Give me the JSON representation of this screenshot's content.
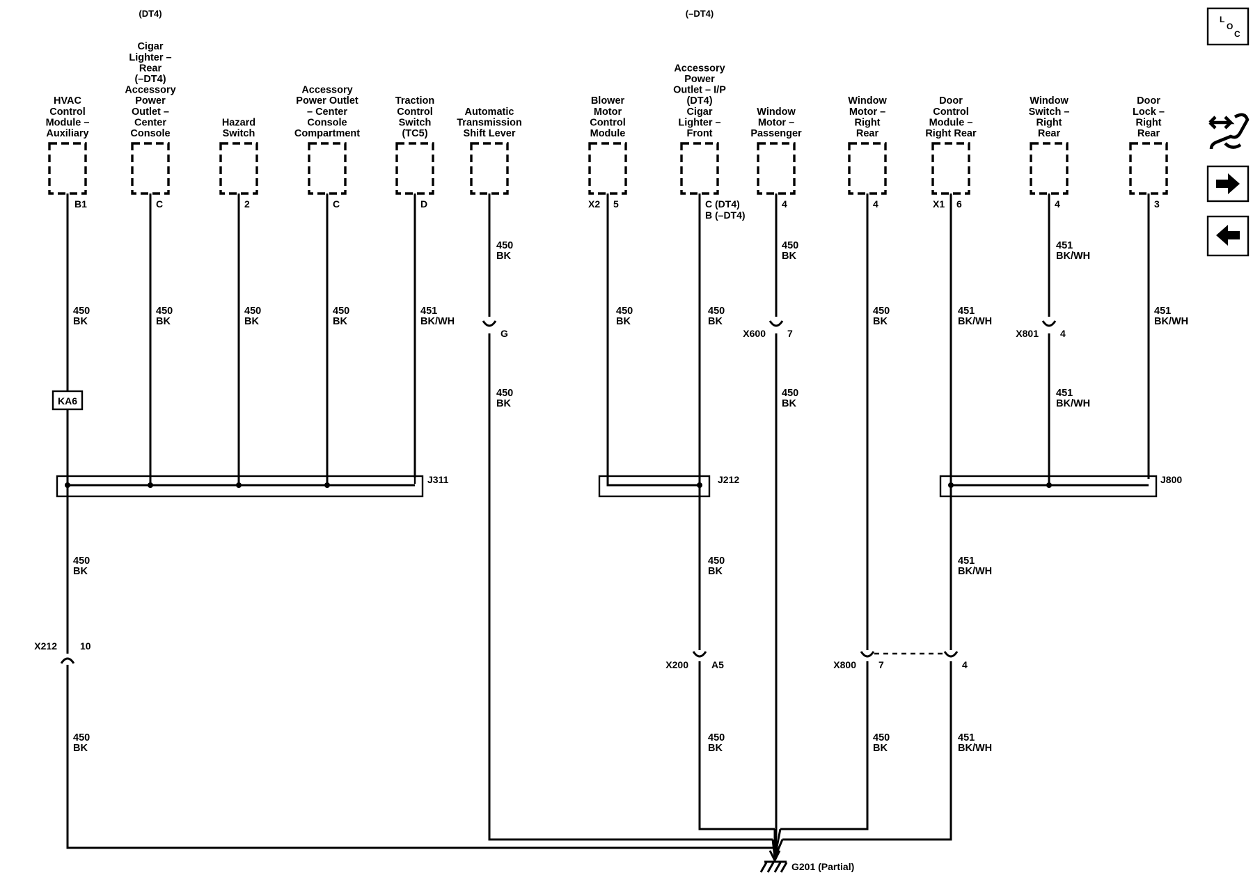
{
  "header_notes": {
    "dt4": "(DT4)",
    "not_dt4": "(–DT4)"
  },
  "components": [
    {
      "id": "hvac",
      "lines": [
        "HVAC",
        "Control",
        "Module –",
        "Auxiliary"
      ],
      "pin": "B1"
    },
    {
      "id": "acc-center",
      "lines": [
        "Accessory",
        "Power",
        "Outlet –",
        "Center",
        "Console"
      ],
      "above": [
        "Cigar",
        "Lighter –",
        "Rear",
        "(–DT4)"
      ],
      "pin": "C"
    },
    {
      "id": "hazard",
      "lines": [
        "Hazard",
        "Switch"
      ],
      "pin": "2"
    },
    {
      "id": "acc-compartment",
      "lines": [
        "Accessory",
        "Power Outlet",
        "– Center",
        "Console",
        "Compartment"
      ],
      "pin": "C"
    },
    {
      "id": "traction",
      "lines": [
        "Traction",
        "Control",
        "Switch",
        "(TC5)"
      ],
      "pin": "D"
    },
    {
      "id": "trans",
      "lines": [
        "Automatic",
        "Transmission",
        "Shift Lever"
      ],
      "pin": ""
    },
    {
      "id": "blower",
      "lines": [
        "Blower",
        "Motor",
        "Control",
        "Module"
      ],
      "pin": "5",
      "pin_prefix": "X2"
    },
    {
      "id": "acc-ip",
      "lines": [
        "Accessory",
        "Power",
        "Outlet – I/P",
        "(DT4)",
        "Cigar",
        "Lighter –",
        "Front"
      ],
      "pin": "C (DT4)",
      "pin2": "B (–DT4)"
    },
    {
      "id": "win-pass",
      "lines": [
        "Window",
        "Motor –",
        "Passenger"
      ],
      "pin": "4"
    },
    {
      "id": "win-rr",
      "lines": [
        "Window",
        "Motor –",
        "Right",
        "Rear"
      ],
      "pin": "4"
    },
    {
      "id": "door-module",
      "lines": [
        "Door",
        "Control",
        "Module –",
        "Right Rear"
      ],
      "pin": "6",
      "pin_prefix": "X1"
    },
    {
      "id": "win-switch",
      "lines": [
        "Window",
        "Switch –",
        "Right",
        "Rear"
      ],
      "pin": "4"
    },
    {
      "id": "door-lock",
      "lines": [
        "Door",
        "Lock –",
        "Right",
        "Rear"
      ],
      "pin": "3"
    }
  ],
  "wire_labels": [
    [
      "450",
      "BK"
    ],
    [
      "450",
      "BK"
    ],
    [
      "450",
      "BK"
    ],
    [
      "450",
      "BK"
    ],
    [
      "451",
      "BK/WH"
    ],
    [
      "450",
      "BK"
    ],
    [
      "450",
      "BK"
    ],
    [
      "450",
      "BK"
    ],
    [
      "450",
      "BK"
    ],
    [
      "450",
      "BK"
    ],
    [
      "450",
      "BK"
    ],
    [
      "450",
      "BK"
    ],
    [
      "451",
      "BK/WH"
    ],
    [
      "451",
      "BK/WH"
    ],
    [
      "451",
      "BK/WH"
    ],
    [
      "451",
      "BK/WH"
    ],
    [
      "450",
      "BK"
    ],
    [
      "450",
      "BK"
    ],
    [
      "451",
      "BK/WH"
    ],
    [
      "450",
      "BK"
    ],
    [
      "450",
      "BK"
    ],
    [
      "450",
      "BK"
    ],
    [
      "451",
      "BK/WH"
    ]
  ],
  "inline_labels": {
    "ka6": "KA6"
  },
  "splices": {
    "j311": "J311",
    "j212": "J212",
    "j800": "J800"
  },
  "connectors": {
    "g": "G",
    "x600": "X600",
    "x600_pin": "7",
    "x801": "X801",
    "x801_pin": "4",
    "x212": "X212",
    "x212_pin": "10",
    "x200": "X200",
    "x200_pin": "A5",
    "x800": "X800",
    "x800_pin": "7",
    "x800_pin2": "4"
  },
  "ground": {
    "label": "G201 (Partial)"
  },
  "nav": {
    "loc_letters": [
      "L",
      "O",
      "C"
    ],
    "icons": [
      "connector-end-view-icon",
      "arrow-right-icon",
      "arrow-left-icon"
    ]
  }
}
